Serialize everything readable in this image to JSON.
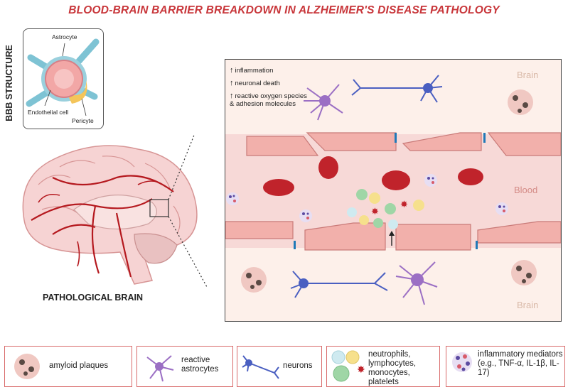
{
  "title": "BLOOD-BRAIN BARRIER BREAKDOWN IN ALZHEIMER'S DISEASE PATHOLOGY",
  "bbb": {
    "heading": "BBB STRUCTURE",
    "astrocyte": "Astrocyte",
    "endothelial": "Endothelial cell",
    "pericyte": "Pericyte"
  },
  "brain_label": "PATHOLOGICAL BRAIN",
  "panel": {
    "notes": [
      "inflammation",
      "neuronal death",
      "reactive oxygen species & adhesion molecules"
    ],
    "brain_top": "Brain",
    "blood": "Blood",
    "brain_bottom": "Brain"
  },
  "legend": [
    {
      "label": "amyloid plaques",
      "icon": "amyloid-plaque-icon"
    },
    {
      "label": "reactive astrocytes",
      "icon": "reactive-astrocyte-icon"
    },
    {
      "label": "neurons",
      "icon": "neuron-icon"
    },
    {
      "label": "neutrophils, lymphocytes, monocytes, platelets",
      "icon": "immune-cells-icon"
    },
    {
      "label": "inflammatory mediators (e.g., TNF-α, IL-1β, IL-17)",
      "icon": "mediators-icon"
    }
  ],
  "colors": {
    "title": "#c8363a",
    "vessel": "#f7d9d7",
    "endothelium": "#f2b0ab",
    "rbc": "#c0232b",
    "astrocyte": "#9b6fc4",
    "neuron": "#4a5fc1",
    "legend_border": "#d96a6a"
  }
}
